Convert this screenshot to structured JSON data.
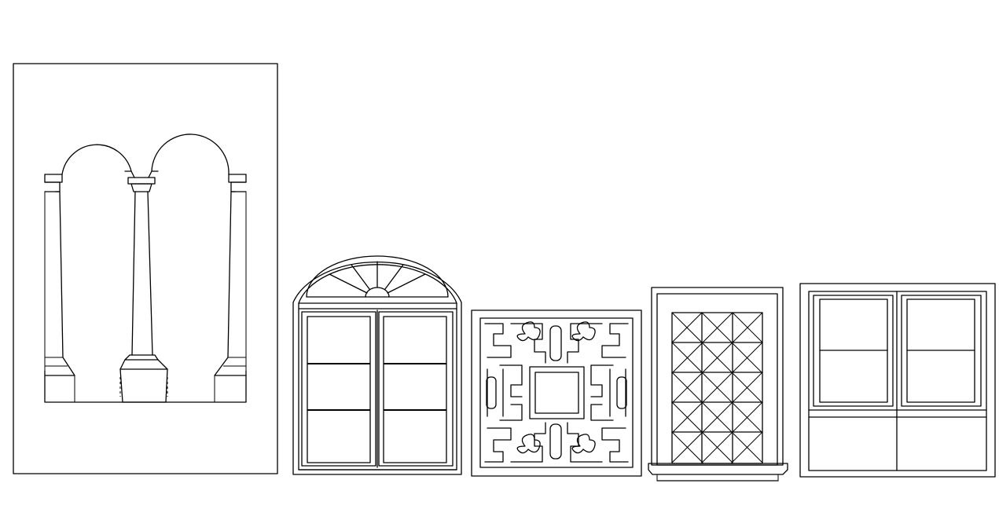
{
  "drawing": {
    "background": "#ffffff",
    "line_color": "#000000",
    "elements": [
      {
        "name": "arched-colonnade-panel",
        "kind": "twin arched opening with column"
      },
      {
        "name": "arched-casement-window",
        "kind": "fanlight over six-pane double casement"
      },
      {
        "name": "jali-lattice-window",
        "kind": "ornamental screen with square centre"
      },
      {
        "name": "diamond-grille-window",
        "kind": "diamond grille with sill"
      },
      {
        "name": "transom-casement-window",
        "kind": "two casements over two lower panels"
      }
    ]
  }
}
